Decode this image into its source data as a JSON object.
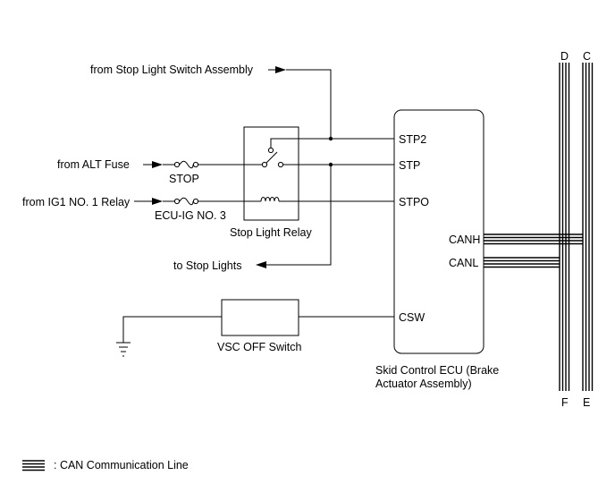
{
  "labels": {
    "from_stop_light_switch": "from Stop Light Switch Assembly",
    "from_alt_fuse": "from ALT Fuse",
    "from_ig1_relay": "from IG1 NO. 1 Relay",
    "fuse_stop": "STOP",
    "fuse_ecu_ig": "ECU-IG NO. 3",
    "stop_light_relay": "Stop Light Relay",
    "to_stop_lights": "to Stop Lights",
    "vsc_off_switch": "VSC OFF Switch",
    "ecu_name_line1": "Skid Control ECU (Brake",
    "ecu_name_line2": "Actuator Assembly)"
  },
  "ecu_pins": {
    "stp2": "STP2",
    "stp": "STP",
    "stpo": "STPO",
    "canh": "CANH",
    "canl": "CANL",
    "csw": "CSW"
  },
  "bus_labels": {
    "top_left": "D",
    "top_right": "C",
    "bottom_left": "F",
    "bottom_right": "E"
  },
  "legend": {
    "can_line": ": CAN Communication Line"
  }
}
